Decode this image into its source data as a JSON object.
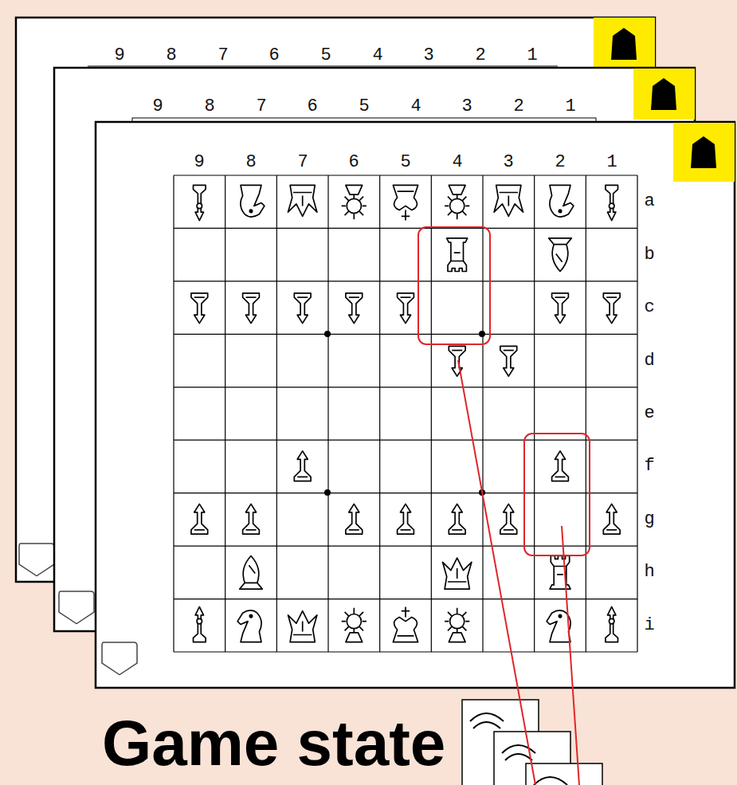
{
  "diagram": {
    "caption": "Game state",
    "labels": [
      "9",
      "8",
      "7",
      "6",
      "5",
      "4",
      "3",
      "2",
      "1",
      "9",
      "8",
      "7",
      "6",
      "5",
      "4",
      "3",
      "2",
      "1",
      "9",
      "8",
      "7",
      "6",
      "5",
      "4",
      "3",
      "2",
      "1",
      "a",
      "b",
      "c",
      "d",
      "e",
      "f",
      "g",
      "h",
      "i"
    ]
  }
}
